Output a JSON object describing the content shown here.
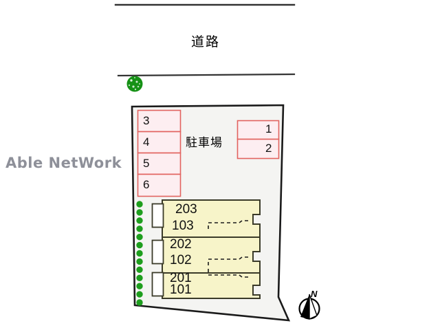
{
  "brand": {
    "name": "Able NetWork",
    "color": "#8e9099"
  },
  "map": {
    "background": "#ffffff",
    "lot_fill": "#f4f4f2",
    "lot_stroke": "#1a1a1a",
    "road_label": "道路",
    "road_line_color": "#333333",
    "parking_label": "駐車場",
    "parking_fill": "#fdeef1",
    "parking_stroke": "#e2635f",
    "building_fill": "#f7f4c9",
    "building_stroke": "#3a3a28",
    "hedge_color": "#1e9e1e",
    "tree_color": "#159115"
  },
  "parking": {
    "label": "駐車場",
    "left_block": [
      {
        "number": "3"
      },
      {
        "number": "4"
      },
      {
        "number": "5"
      },
      {
        "number": "6"
      }
    ],
    "right_block": [
      {
        "number": "1"
      },
      {
        "number": "2"
      }
    ]
  },
  "building": {
    "units": [
      {
        "upper": "203",
        "lower": "103"
      },
      {
        "upper": "202",
        "lower": "102"
      },
      {
        "upper": "201",
        "lower": "101"
      }
    ]
  },
  "compass": {
    "label": "N"
  },
  "hedge": {
    "count": 13
  },
  "tree": {
    "count": 1
  }
}
